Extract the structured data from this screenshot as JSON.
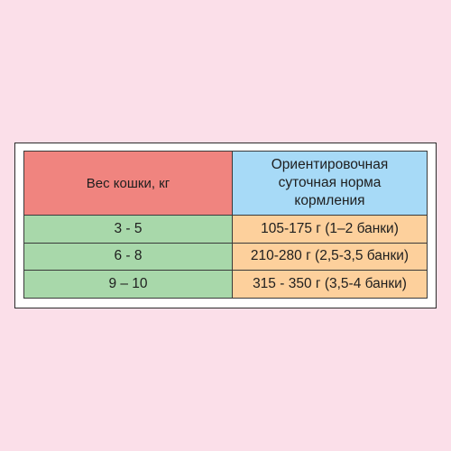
{
  "colors": {
    "background": "#fbdfe9",
    "header_weight": "#f0847f",
    "header_norm": "#a7daf7",
    "weight_cells": "#a8d8aa",
    "norm_cells": "#fdd09c"
  },
  "table": {
    "headers": {
      "weight": "Вес кошки, кг",
      "norm_lines": [
        "Ориентировочная",
        "суточная норма",
        "кормления"
      ]
    },
    "rows": [
      {
        "weight": "3 - 5",
        "norm": "105-175 г (1–2 банки)"
      },
      {
        "weight": "6 - 8",
        "norm": "210-280 г (2,5-3,5 банки)"
      },
      {
        "weight": "9 – 10",
        "norm": "315 - 350 г (3,5-4 банки)"
      }
    ]
  }
}
